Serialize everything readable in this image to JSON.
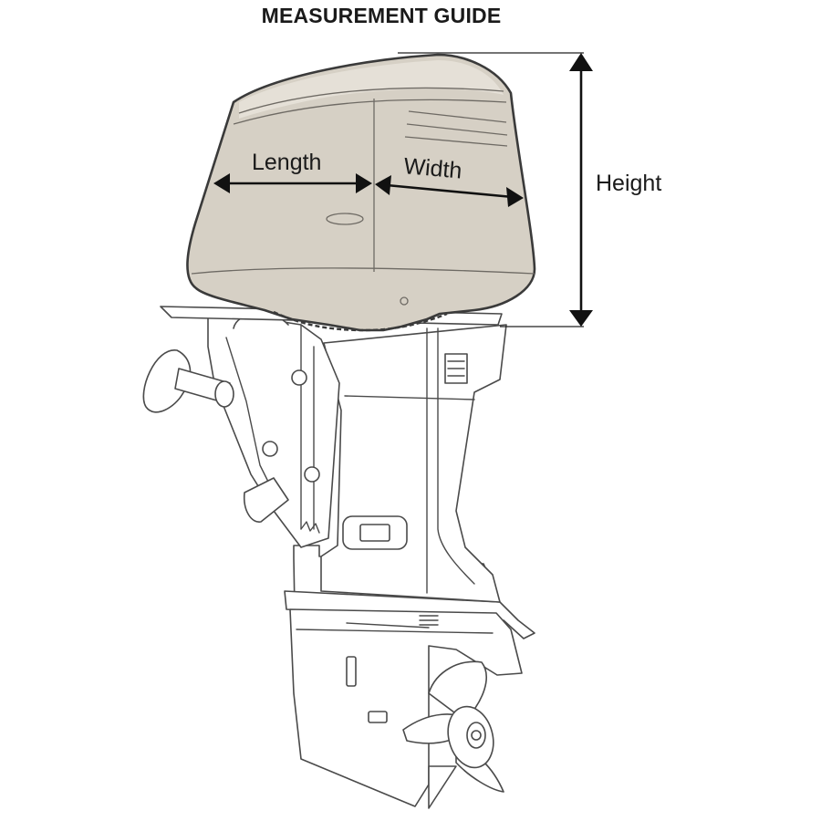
{
  "title": "MEASUREMENT GUIDE",
  "labels": {
    "length": "Length",
    "width": "Width",
    "height": "Height"
  },
  "colors": {
    "cover_fill": "#d6d0c5",
    "cover_highlight": "#e5e0d7",
    "outline": "#4a4a4a",
    "arrow": "#111111",
    "background": "#ffffff"
  }
}
